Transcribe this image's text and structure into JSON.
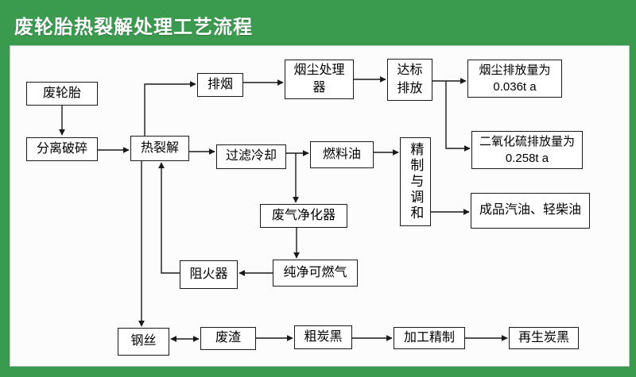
{
  "title": "废轮胎热裂解处理工艺流程",
  "colors": {
    "background_green": "#3a9b4f",
    "panel_background": "#fcfcfc",
    "node_border": "#1a1a1a",
    "title_text": "#ffffff"
  },
  "nodes": {
    "waste_tire": {
      "label": "废轮胎"
    },
    "separate_crush": {
      "label": "分离破碎"
    },
    "pyrolysis": {
      "label": "热裂解"
    },
    "smoke_exhaust": {
      "label": "排烟"
    },
    "dust_processor": {
      "label": "烟尘处理器"
    },
    "standard_discharge": {
      "label": "达标\n排放"
    },
    "dust_emission": {
      "label": "烟尘排放量为\n0.036t a"
    },
    "so2_emission": {
      "label": "二氧化硫排放量为\n0.258t a"
    },
    "filter_cooling": {
      "label": "过滤冷却"
    },
    "fuel_oil": {
      "label": "燃料油"
    },
    "refine_blend": {
      "label": "精制与调和"
    },
    "finished_oil": {
      "label": "成品汽油、轻柴油"
    },
    "gas_purifier": {
      "label": "废气净化器"
    },
    "pure_gas": {
      "label": "纯净可燃气"
    },
    "flame_arrester": {
      "label": "阻火器"
    },
    "steel_wire": {
      "label": "钢丝"
    },
    "waste_residue": {
      "label": "废渣"
    },
    "crude_carbon_black": {
      "label": "粗炭黑"
    },
    "process_refine": {
      "label": "加工精制"
    },
    "regen_carbon_black": {
      "label": "再生炭黑"
    }
  },
  "edges": [
    {
      "from": "废轮胎",
      "to": "分离破碎",
      "arrow": "single"
    },
    {
      "from": "分离破碎",
      "to": "热裂解",
      "arrow": "single"
    },
    {
      "from": "热裂解",
      "to": "排烟",
      "arrow": "single"
    },
    {
      "from": "排烟",
      "to": "烟尘处理器",
      "arrow": "single"
    },
    {
      "from": "烟尘处理器",
      "to": "达标排放",
      "arrow": "single"
    },
    {
      "from": "达标排放",
      "to": "烟尘排放量为 0.036t a",
      "arrow": "single"
    },
    {
      "from": "达标排放",
      "to": "二氧化硫排放量为 0.258t a",
      "arrow": "single"
    },
    {
      "from": "热裂解",
      "to": "过滤冷却",
      "arrow": "single"
    },
    {
      "from": "过滤冷却",
      "to": "燃料油",
      "arrow": "single"
    },
    {
      "from": "过滤冷却",
      "to": "废气净化器",
      "arrow": "single"
    },
    {
      "from": "燃料油",
      "to": "精制与调和",
      "arrow": "single"
    },
    {
      "from": "精制与调和",
      "to": "成品汽油、轻柴油",
      "arrow": "single"
    },
    {
      "from": "废气净化器",
      "to": "纯净可燃气",
      "arrow": "single"
    },
    {
      "from": "纯净可燃气",
      "to": "阻火器",
      "arrow": "single"
    },
    {
      "from": "阻火器",
      "to": "热裂解",
      "arrow": "single"
    },
    {
      "from": "热裂解",
      "to": "钢丝",
      "arrow": "single"
    },
    {
      "from": "钢丝",
      "to": "废渣",
      "arrow": "double"
    },
    {
      "from": "废渣",
      "to": "粗炭黑",
      "arrow": "single"
    },
    {
      "from": "粗炭黑",
      "to": "加工精制",
      "arrow": "single"
    },
    {
      "from": "加工精制",
      "to": "再生炭黑",
      "arrow": "single"
    }
  ]
}
